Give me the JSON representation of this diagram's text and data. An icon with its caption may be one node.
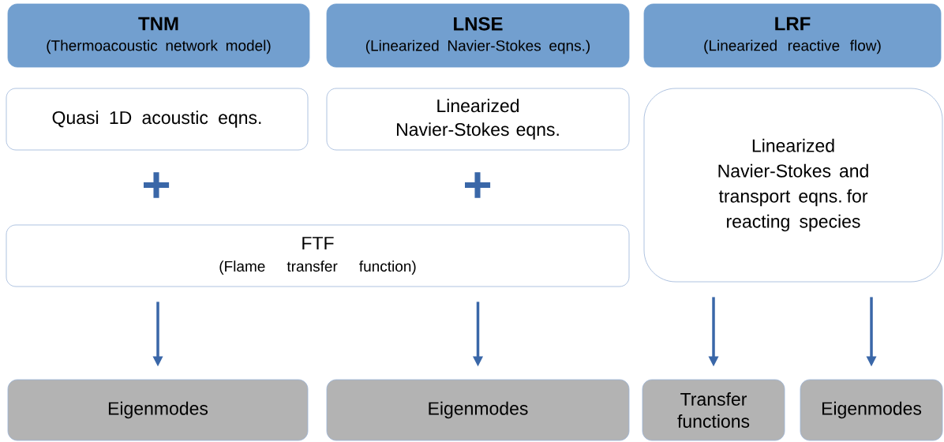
{
  "diagram": {
    "nodes": [
      {
        "text": [
          "TNM",
          "(Thermoacoustic network model)"
        ]
      },
      {
        "text": [
          "LNSE",
          "(Linearized Navier-Stokes eqns.)"
        ]
      },
      {
        "text": [
          "LRF",
          "(Linearized reactive flow)"
        ]
      },
      {
        "text": [
          "Quasi 1D acoustic eqns."
        ]
      },
      {
        "text": [
          "Linearized Navier-Stokes eqns."
        ]
      },
      {
        "text": [
          "FTF",
          "(Flame transfer function)"
        ]
      },
      {
        "text": [
          "Linearized Navier-Stokes and transport eqns. for reacting species"
        ]
      },
      {
        "text": [
          "Eigenmodes"
        ]
      },
      {
        "text": [
          "Eigenmodes"
        ]
      },
      {
        "text": [
          "Transfer functions"
        ]
      },
      {
        "text": [
          "Eigenmodes"
        ]
      }
    ],
    "edges": [
      {
        "from": 5,
        "to": 7,
        "arrow": "to"
      },
      {
        "from": 5,
        "to": 8,
        "arrow": "to"
      },
      {
        "from": 6,
        "to": 9,
        "arrow": "to"
      },
      {
        "from": 6,
        "to": 10,
        "arrow": "to"
      }
    ],
    "labels": [
      "+",
      "+"
    ]
  }
}
